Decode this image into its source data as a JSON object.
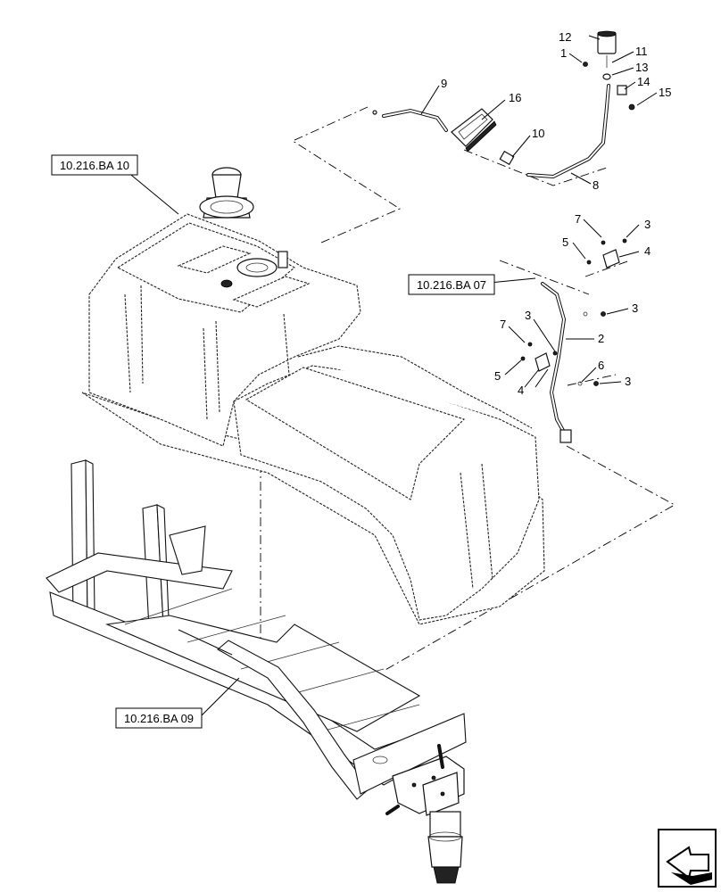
{
  "references": [
    {
      "id": "ref-10-216-ba-10",
      "text": "10.216.BA 10"
    },
    {
      "id": "ref-10-216-ba-07",
      "text": "10.216.BA 07"
    },
    {
      "id": "ref-10-216-ba-09",
      "text": "10.216.BA 09"
    }
  ],
  "callouts": [
    "12",
    "11",
    "1",
    "13",
    "14",
    "15",
    "9",
    "16",
    "10",
    "8",
    "7",
    "3",
    "5",
    "4",
    "3",
    "7",
    "3",
    "2",
    "5",
    "4",
    "6",
    "3"
  ],
  "nav_icon": "next-page-arrow-icon"
}
